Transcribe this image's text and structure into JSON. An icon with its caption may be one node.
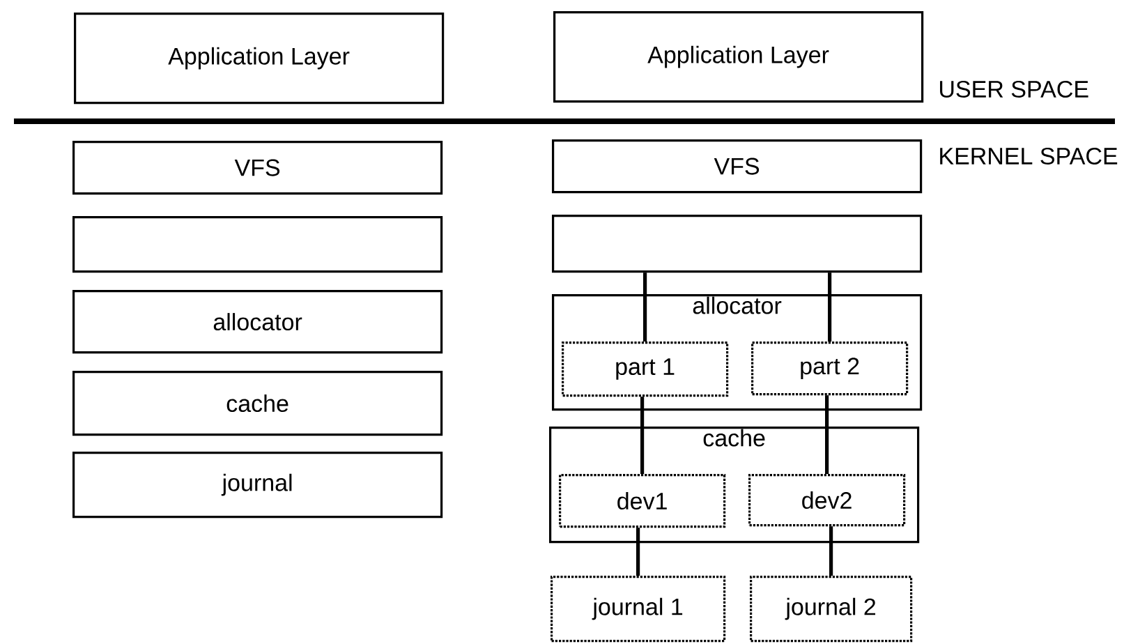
{
  "diagram": {
    "nodes": [
      {
        "text": [
          "Application Layer"
        ]
      },
      {
        "text": [
          "VFS"
        ]
      },
      {
        "text": [],
        "shape": "box"
      },
      {
        "text": [
          "allocator"
        ]
      },
      {
        "text": [
          "cache"
        ]
      },
      {
        "text": [
          "journal"
        ]
      },
      {
        "text": [
          "Application Layer"
        ]
      },
      {
        "text": [
          "VFS"
        ]
      },
      {
        "text": [],
        "shape": "box"
      },
      {
        "text": [
          "allocator"
        ]
      },
      {
        "text": [
          "part 1"
        ],
        "in": 9
      },
      {
        "text": [
          "part 2"
        ],
        "in": 9
      },
      {
        "text": [
          "cache"
        ]
      },
      {
        "text": [
          "dev1"
        ],
        "in": 12
      },
      {
        "text": [
          "dev2"
        ],
        "in": 12
      },
      {
        "text": [
          "journal 1"
        ]
      },
      {
        "text": [
          "journal 2"
        ]
      }
    ],
    "edges": [
      {
        "from": 8,
        "to": 10,
        "arrow": "none"
      },
      {
        "from": 8,
        "to": 11,
        "arrow": "none"
      },
      {
        "from": 10,
        "to": 13,
        "arrow": "none"
      },
      {
        "from": 11,
        "to": 14,
        "arrow": "none"
      },
      {
        "from": 13,
        "to": 15,
        "arrow": "none"
      },
      {
        "from": 14,
        "to": 16,
        "arrow": "none"
      }
    ],
    "labels": [
      "USER SPACE",
      "KERNEL SPACE"
    ]
  }
}
